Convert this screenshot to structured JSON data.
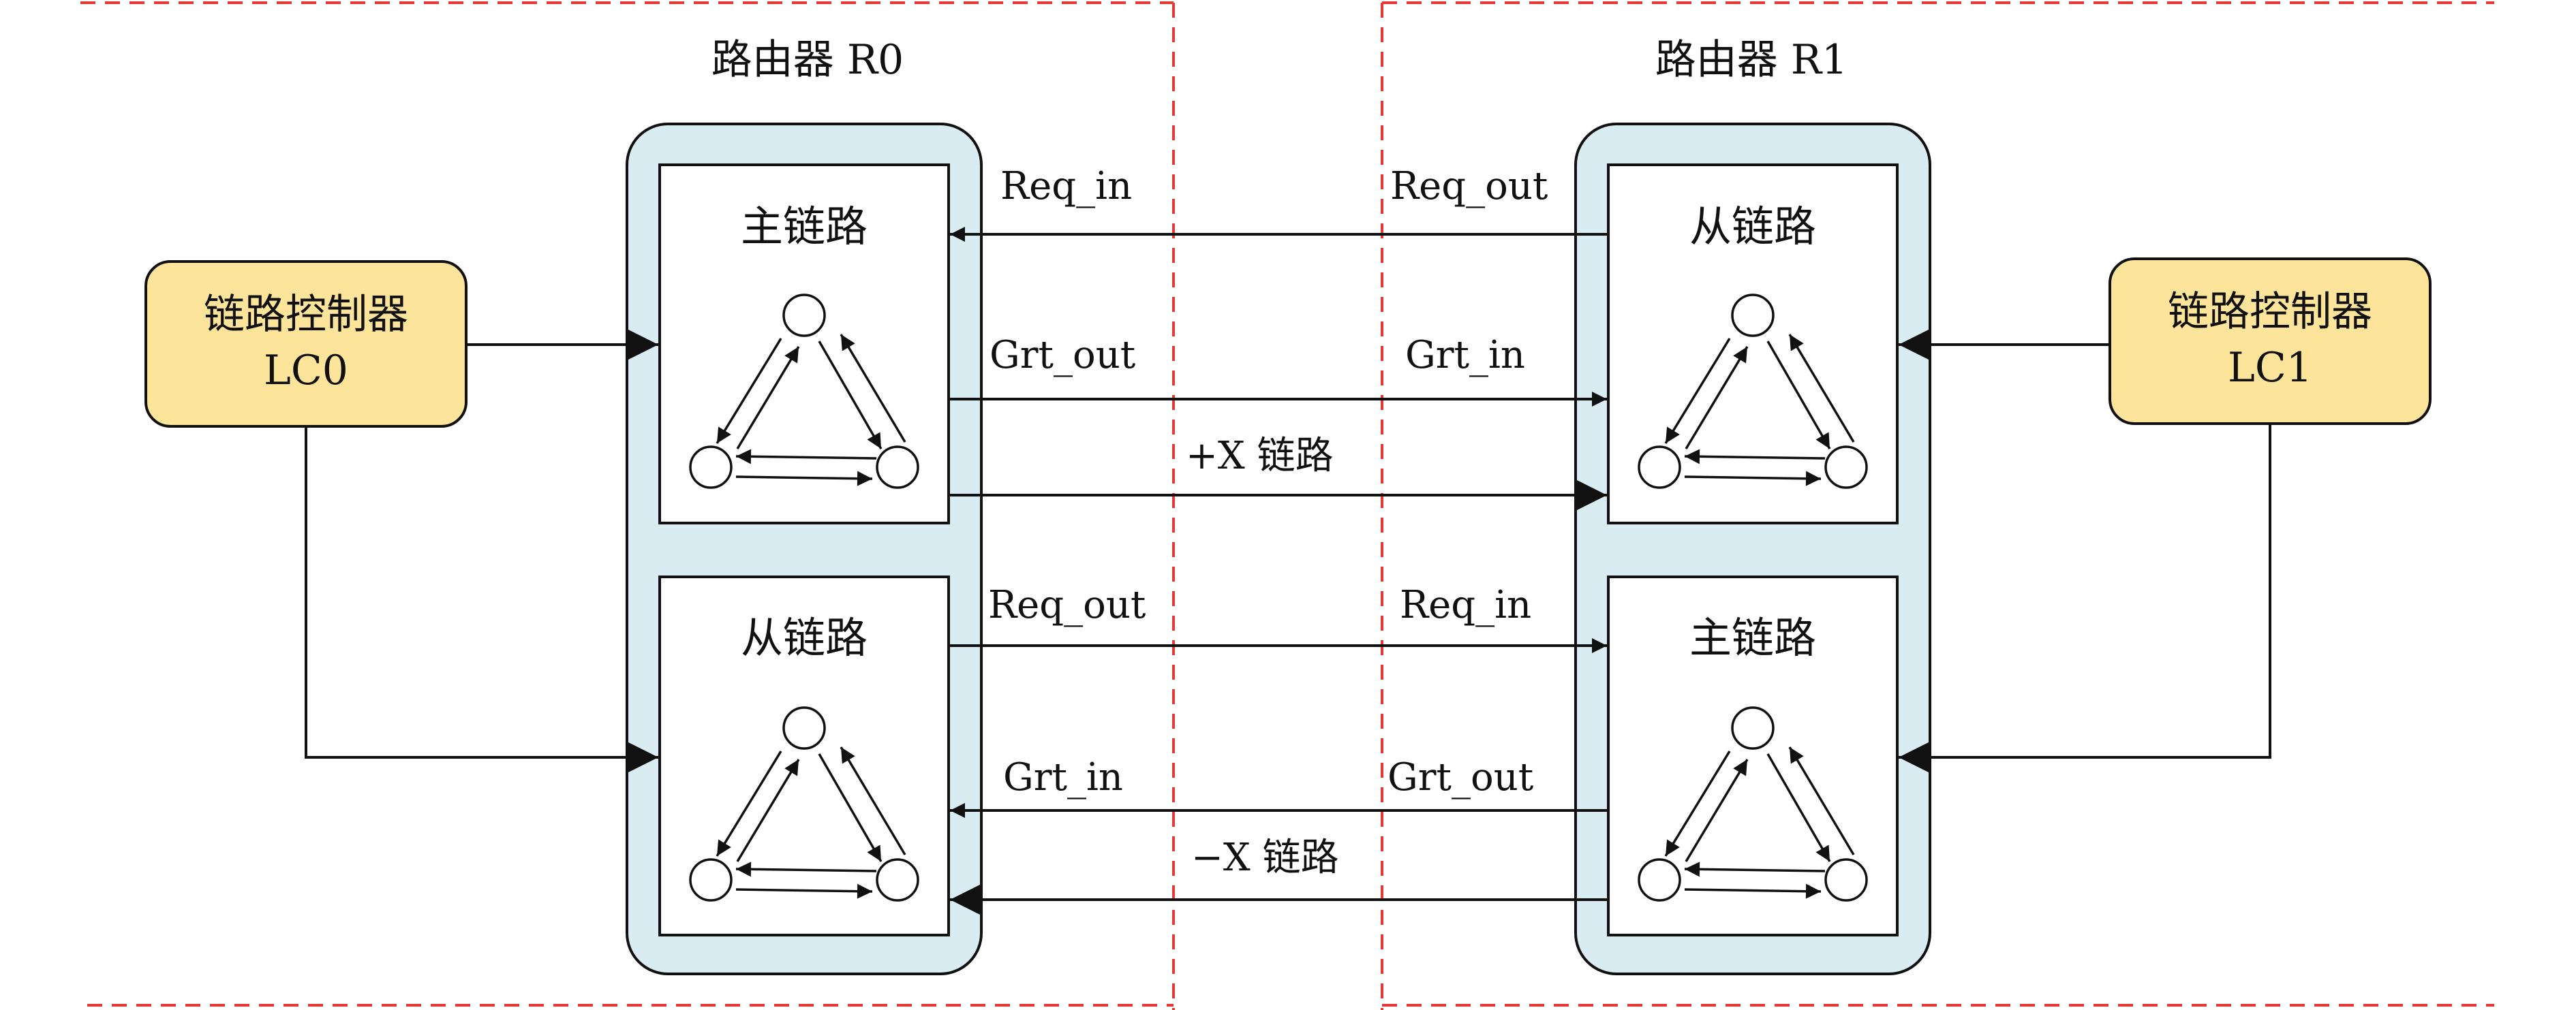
{
  "routers": {
    "r0": {
      "title": "路由器 R0",
      "top_link": "主链路",
      "bottom_link": "从链路"
    },
    "r1": {
      "title": "路由器 R1",
      "top_link": "从链路",
      "bottom_link": "主链路"
    }
  },
  "controllers": {
    "lc0": {
      "line1": "链路控制器",
      "line2": "LC0"
    },
    "lc1": {
      "line1": "链路控制器",
      "line2": "LC1"
    }
  },
  "signals": {
    "req_in_top": "Req_in",
    "req_out_top": "Req_out",
    "grt_out_top": "Grt_out",
    "grt_in_top": "Grt_in",
    "plus_x": "+X 链路",
    "req_out_bottom": "Req_out",
    "req_in_bottom": "Req_in",
    "grt_in_bottom": "Grt_in",
    "grt_out_bottom": "Grt_out",
    "minus_x": "−X 链路"
  },
  "colors": {
    "router_fill": "#d9ecf2",
    "controller_fill": "#fde49b",
    "region_border": "#e53935",
    "stroke": "#111111"
  }
}
